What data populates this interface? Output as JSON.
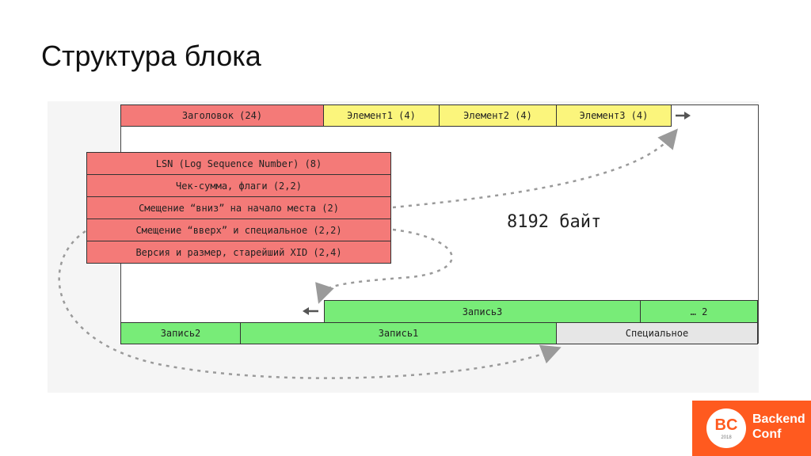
{
  "title": "Структура блока",
  "page_size_label": "8192 байт",
  "header_row": [
    "Заголовок (24)",
    "Элемент1 (4)",
    "Элемент2 (4)",
    "Элемент3 (4)"
  ],
  "header_fields": [
    "LSN (Log Sequence Number) (8)",
    "Чек-сумма, флаги (2,2)",
    "Смещение “вниз” на начало места (2)",
    "Смещение “вверх” и специальное (2,2)",
    "Версия и размер, старейший XID (2,4)"
  ],
  "bottom_row_upper": [
    "Запись3",
    "… 2"
  ],
  "bottom_row_lower": [
    "Запись2",
    "Запись1",
    "Специальное"
  ],
  "logo": {
    "mark": "BC",
    "year": "2018",
    "line1": "Backend",
    "line2": "Conf"
  },
  "colors": {
    "header": "#f47a78",
    "item_pointer": "#fbf57c",
    "tuple": "#78ec78",
    "special": "#e6e6e6",
    "brand": "#ff5a1f"
  }
}
